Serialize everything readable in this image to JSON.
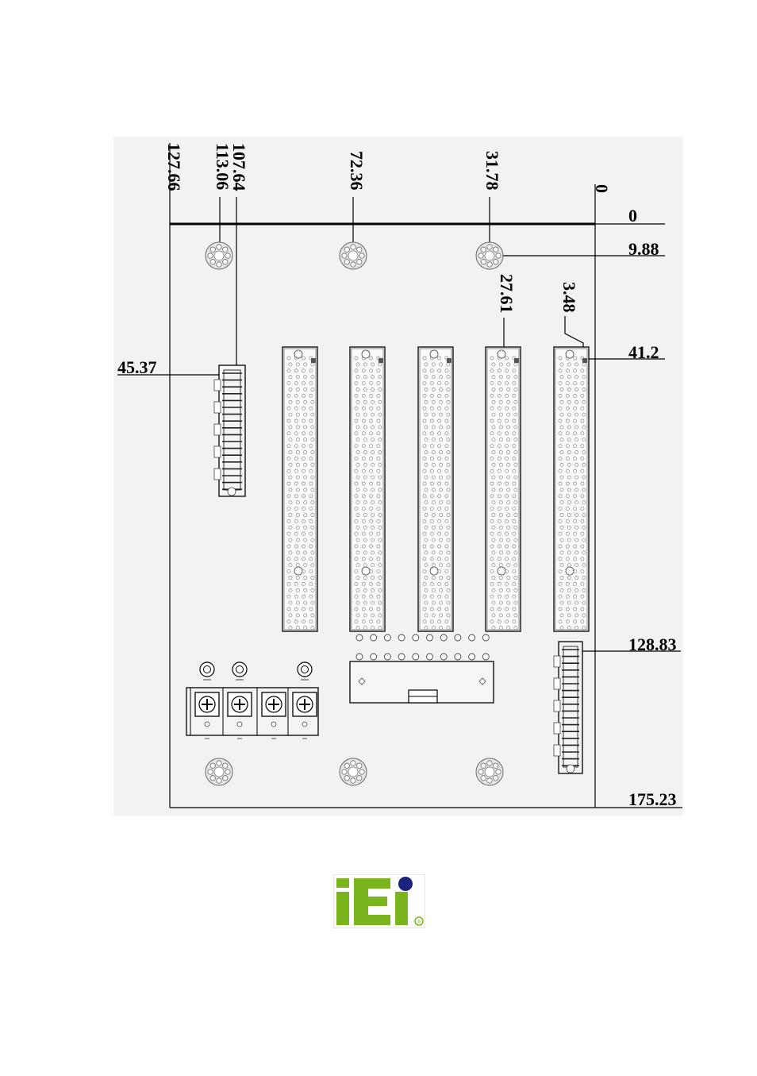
{
  "diagram": {
    "top_dimensions": [
      "127.66",
      "113.06",
      "107.64",
      "72.36",
      "31.78",
      "0"
    ],
    "right_dimensions": [
      "0",
      "9.88",
      "41.2",
      "128.83",
      "175.23"
    ],
    "left_dimensions": [
      "45.37"
    ],
    "slot_dimensions": [
      "27.61",
      "3.48"
    ]
  },
  "colors": {
    "logo_green": "#7ab51d",
    "logo_dot": "#1a237e",
    "line": "#000000",
    "background": "#f2f2f2"
  },
  "logo": {
    "text": "iEi",
    "registered": "®"
  }
}
